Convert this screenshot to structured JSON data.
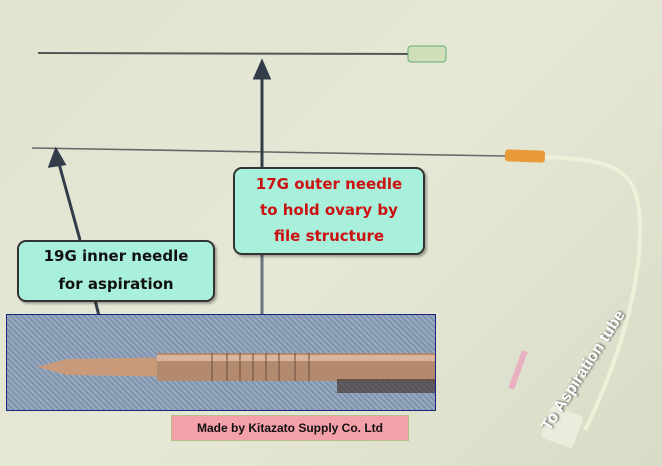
{
  "callouts": {
    "inner": {
      "line1": "19G inner needle",
      "line2": "for aspiration"
    },
    "outer": {
      "line1": "17G outer needle",
      "line2": "to hold ovary by",
      "line3": "file structure"
    }
  },
  "maker_label": "Made by Kitazato Supply Co. Ltd",
  "tube_label": "To Aspiration tube",
  "colors": {
    "callout_fill": "#a8f0dc",
    "outer_text": "#cc1111",
    "maker_fill": "#f4a0aa"
  }
}
